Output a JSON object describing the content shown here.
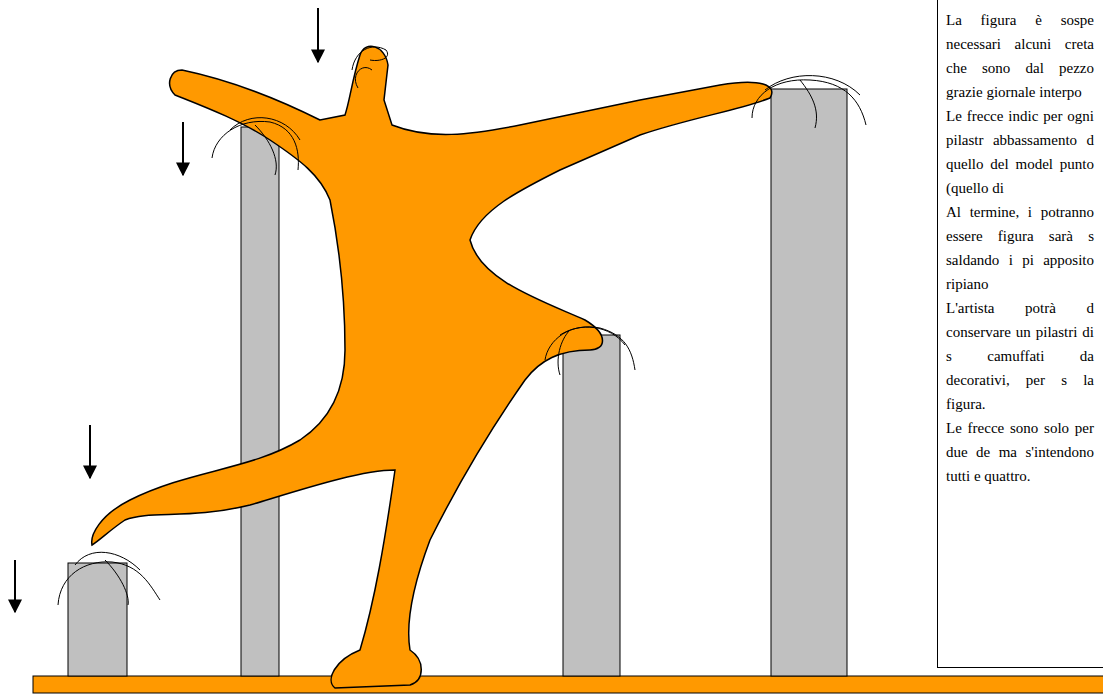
{
  "diagram": {
    "nodes": [
      {
        "text": [
          "La figura è sospe necessari alcuni creta che sono dal pezzo grazie giornale interpo",
          "Le frecce indic per ogni pilastr abbassamento d quello del model punto (quello di",
          "Al termine, i potranno essere figura sarà s saldando i pi apposito ripiano",
          "L'artista potrà d conservare un pilastri di s camuffati da decorativi, per s la figura.",
          "Le frecce sono solo per due de ma s'intendono tutti e quattro."
        ]
      }
    ]
  }
}
